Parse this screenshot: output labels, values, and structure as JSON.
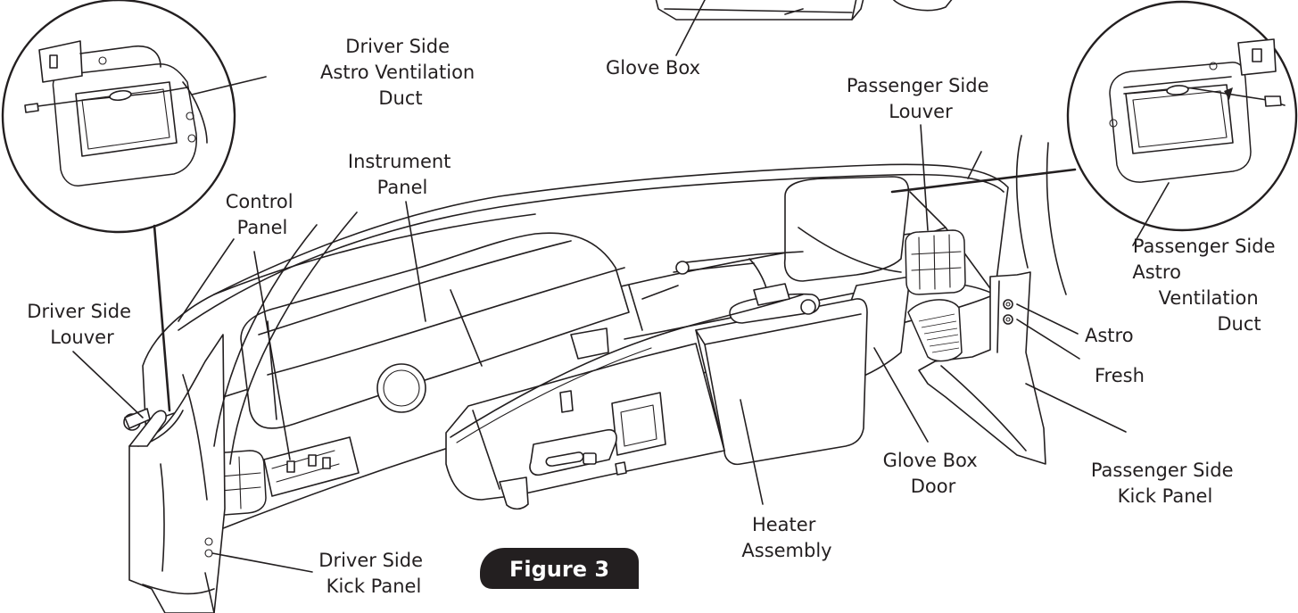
{
  "figure": {
    "badge": "Figure 3",
    "colors": {
      "ink": "#231f20",
      "badge_bg": "#231f20",
      "badge_text": "#ffffff",
      "background": "#ffffff"
    }
  },
  "labels": {
    "glove_box": "Glove Box",
    "driver_astro_duct": [
      "Driver Side",
      "Astro Ventilation",
      "Duct"
    ],
    "passenger_louver": [
      "Passenger Side",
      "Louver"
    ],
    "instrument_panel": [
      "Instrument",
      "Panel"
    ],
    "control_panel": [
      "Control",
      "Panel"
    ],
    "driver_louver": [
      "Driver Side",
      "Louver"
    ],
    "passenger_astro_duct": [
      "Passenger Side",
      "Astro",
      "Ventilation",
      "Duct"
    ],
    "astro": "Astro",
    "fresh": "Fresh",
    "glove_box_door": [
      "Glove Box",
      "Door"
    ],
    "passenger_kick_panel": [
      "Passenger Side",
      "Kick Panel"
    ],
    "heater_assembly": [
      "Heater",
      "Assembly"
    ],
    "driver_kick_panel": [
      "Driver Side",
      "Kick Panel"
    ]
  }
}
